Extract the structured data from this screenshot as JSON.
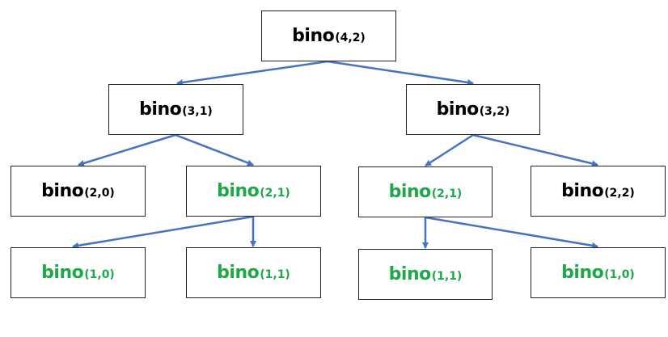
{
  "colors": {
    "edge": "#4472c4",
    "text_default": "#000000",
    "text_repeated": "#1fa84a",
    "border": "#222222"
  },
  "nodes": [
    {
      "id": "n42",
      "fn": "bino",
      "args": "(4,2)",
      "highlight": false
    },
    {
      "id": "n31",
      "fn": "bino",
      "args": "(3,1)",
      "highlight": false
    },
    {
      "id": "n32",
      "fn": "bino",
      "args": "(3,2)",
      "highlight": false
    },
    {
      "id": "n20",
      "fn": "bino",
      "args": "(2,0)",
      "highlight": false
    },
    {
      "id": "n21a",
      "fn": "bino",
      "args": "(2,1)",
      "highlight": true
    },
    {
      "id": "n21b",
      "fn": "bino",
      "args": "(2,1)",
      "highlight": true
    },
    {
      "id": "n22",
      "fn": "bino",
      "args": "(2,2)",
      "highlight": false
    },
    {
      "id": "n10a",
      "fn": "bino",
      "args": "(1,0)",
      "highlight": true
    },
    {
      "id": "n11a",
      "fn": "bino",
      "args": "(1,1)",
      "highlight": true
    },
    {
      "id": "n11b",
      "fn": "bino",
      "args": "(1,1)",
      "highlight": true
    },
    {
      "id": "n10b",
      "fn": "bino",
      "args": "(1,0)",
      "highlight": true
    }
  ],
  "edges": [
    {
      "from": "n42",
      "to": "n31"
    },
    {
      "from": "n42",
      "to": "n32"
    },
    {
      "from": "n31",
      "to": "n20"
    },
    {
      "from": "n31",
      "to": "n21a"
    },
    {
      "from": "n32",
      "to": "n21b"
    },
    {
      "from": "n32",
      "to": "n22"
    },
    {
      "from": "n21a",
      "to": "n10a"
    },
    {
      "from": "n21a",
      "to": "n11a"
    },
    {
      "from": "n21b",
      "to": "n11b"
    },
    {
      "from": "n21b",
      "to": "n10b"
    }
  ]
}
